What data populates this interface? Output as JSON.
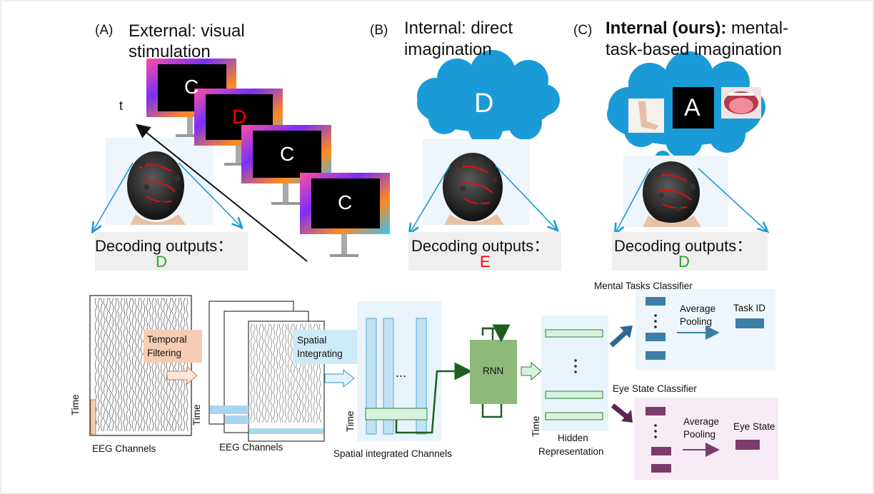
{
  "panels": {
    "a": {
      "letter": "(A)",
      "title_line1": "External: visual",
      "title_line2": "stimulation",
      "decode_label": "Decoding outputs：",
      "decode_value": "D",
      "decode_color": "#2ca02c",
      "time_axis": "t",
      "monitor_letters": [
        "C",
        "D",
        "C",
        "C"
      ],
      "highlight_color": "#ff0000"
    },
    "b": {
      "letter": "(B)",
      "title_line1": "Internal: direct",
      "title_line2": "imagination",
      "cloud_letter": "D",
      "decode_label": "Decoding outputs：",
      "decode_value": "E",
      "decode_color": "#ff0000"
    },
    "c": {
      "letter": "(C)",
      "title_bold": "Internal (ours):",
      "title_rest": " mental-",
      "title_line2": "task-based imagination",
      "cloud_letter": "A",
      "decode_label": "Decoding outputs：",
      "decode_value": "D",
      "decode_color": "#2ca02c"
    }
  },
  "pipeline": {
    "eeg_channels_1": "EEG Channels",
    "eeg_channels_2": "EEG Channels",
    "time_label": "Time",
    "temporal_filtering_1": "Temporal",
    "temporal_filtering_2": "Filtering",
    "spatial_integrating_1": "Spatial",
    "spatial_integrating_2": "Integrating",
    "spatial_channels": "Spatial integrated Channels",
    "ellipsis": "...",
    "rnn": "RNN",
    "hidden_1": "Hidden",
    "hidden_2": "Representation",
    "mental_classifier": "Mental Tasks Classifier",
    "eye_classifier": "Eye State Classifier",
    "avg_pool_1": "Average",
    "avg_pool_2": "Pooling",
    "task_id": "Task ID",
    "eye_state": "Eye State"
  },
  "colors": {
    "cloud": "#1a9bd7",
    "arrow_blue": "#1a9bd7",
    "temporal_box": "#f6cdb4",
    "spatial_box": "#cdebf7",
    "channel_fill": "#bfe3f5",
    "rnn_fill": "#8fb87b",
    "rnn_line": "#1f5e1f",
    "hidden_fill": "#d5f2df",
    "mental_bg": "#eef6fb",
    "mental_bar": "#3b7fa6",
    "eye_bg": "#f7ecf6",
    "eye_bar": "#7c3b6d"
  }
}
